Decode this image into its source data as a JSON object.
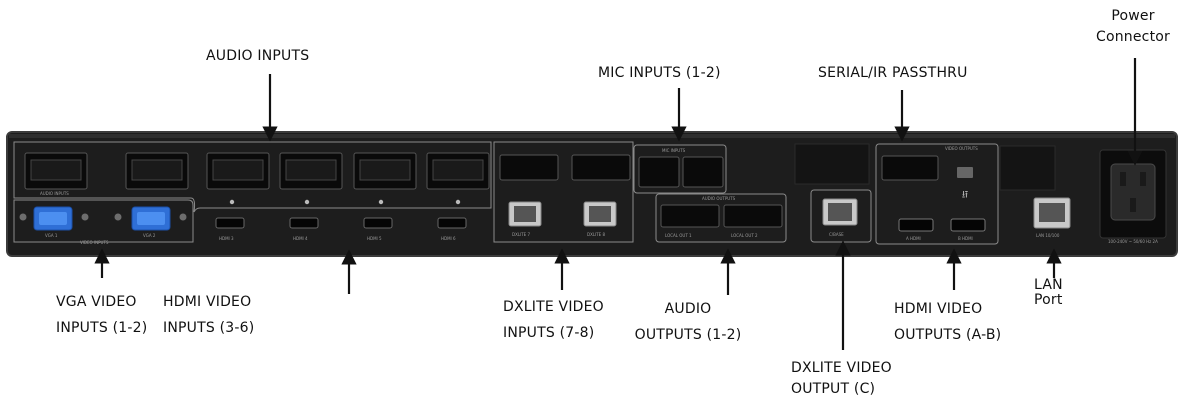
{
  "labels": {
    "audio_inputs": "AUDIO INPUTS",
    "mic_inputs": "MIC INPUTS (1-2)",
    "serial_ir": "SERIAL/IR PASSTHRU",
    "power_line1": "Power",
    "power_line2": "Connector",
    "vga_line1": "VGA VIDEO",
    "vga_line2": "INPUTS (1-2)",
    "hdmi_in_line1": "HDMI VIDEO",
    "hdmi_in_line2": "INPUTS (3-6)",
    "dxlite_in_line1": "DXLITE VIDEO",
    "dxlite_in_line2": "INPUTS (7-8)",
    "audio_out_line1": "AUDIO",
    "audio_out_line2": "OUTPUTS (1-2)",
    "dxlite_out_line1": "DXLITE VIDEO",
    "dxlite_out_line2": "OUTPUT (C)",
    "hdmi_out_line1": "HDMI VIDEO",
    "hdmi_out_line2": "OUTPUTS (A-B)",
    "lan_line1": "LAN",
    "lan_line2": "Port"
  },
  "panel_text": {
    "audio_inputs": "AUDIO INPUTS",
    "mic_inputs": "MIC INPUTS",
    "video_outputs": "VIDEO OUTPUTS",
    "audio_outputs": "AUDIO OUTPUTS",
    "video_inputs": "VIDEO INPUTS",
    "vga1": "VGA 1",
    "vga2": "VGA 2",
    "hdmi3": "HDMI 3",
    "hdmi4": "HDMI 4",
    "hdmi5": "HDMI 5",
    "hdmi6": "HDMI 6",
    "dxlite7": "DXLITE 7",
    "dxlite8": "DXLITE 8",
    "local_out1": "LOCAL OUT 1",
    "local_out2": "LOCAL OUT 2",
    "dxlite_c": "C/BASE",
    "hdmi_a": "A HDMI",
    "hdmi_b": "B HDMI",
    "lan": "LAN 10/100",
    "power": "100-240V ~ 50/60 Hz 2A"
  },
  "colors": {
    "chassis": "#1b1b1b",
    "chassis_edge": "#3a3a3a",
    "vga_port": "#2f6fd6",
    "arrow": "#111111"
  }
}
